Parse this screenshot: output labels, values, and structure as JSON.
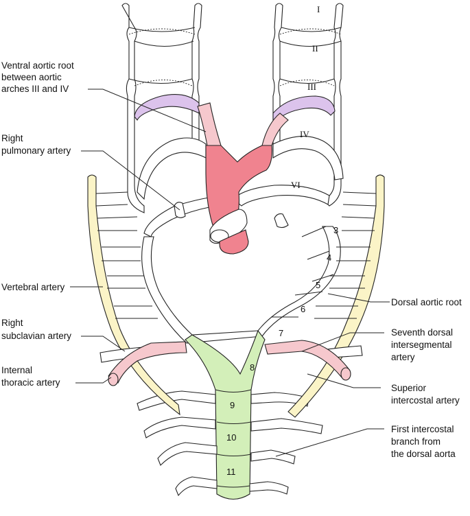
{
  "labels": {
    "ventral_aortic_root": [
      "Ventral aortic root",
      "between aortic",
      "arches III and IV"
    ],
    "right_pulmonary_artery": [
      "Right",
      "pulmonary artery"
    ],
    "vertebral_artery": [
      "Vertebral artery"
    ],
    "right_subclavian_artery": [
      "Right",
      "subclavian artery"
    ],
    "internal_thoracic_artery": [
      "Internal",
      "thoracic artery"
    ],
    "dorsal_aortic_root": [
      "Dorsal aortic root"
    ],
    "seventh_dorsal_intersegmental_artery": [
      "Seventh dorsal",
      "intersegmental",
      "artery"
    ],
    "superior_intercostal_artery": [
      "Superior",
      "intercostal artery"
    ],
    "first_intercostal_branch": [
      "First intercostal",
      "branch from",
      "the dorsal aorta"
    ]
  },
  "arches": [
    "I",
    "II",
    "III",
    "IV",
    "VI"
  ],
  "segments": [
    "3",
    "4",
    "5",
    "6",
    "7",
    "8",
    "9",
    "10",
    "11"
  ],
  "colors": {
    "arch_iii": "#dcc3ec",
    "aortic_root": "#f0838f",
    "subclavian": "#f6c8cd",
    "dorsal_aorta": "#d3efb9",
    "vertebral": "#fbf4c7"
  }
}
